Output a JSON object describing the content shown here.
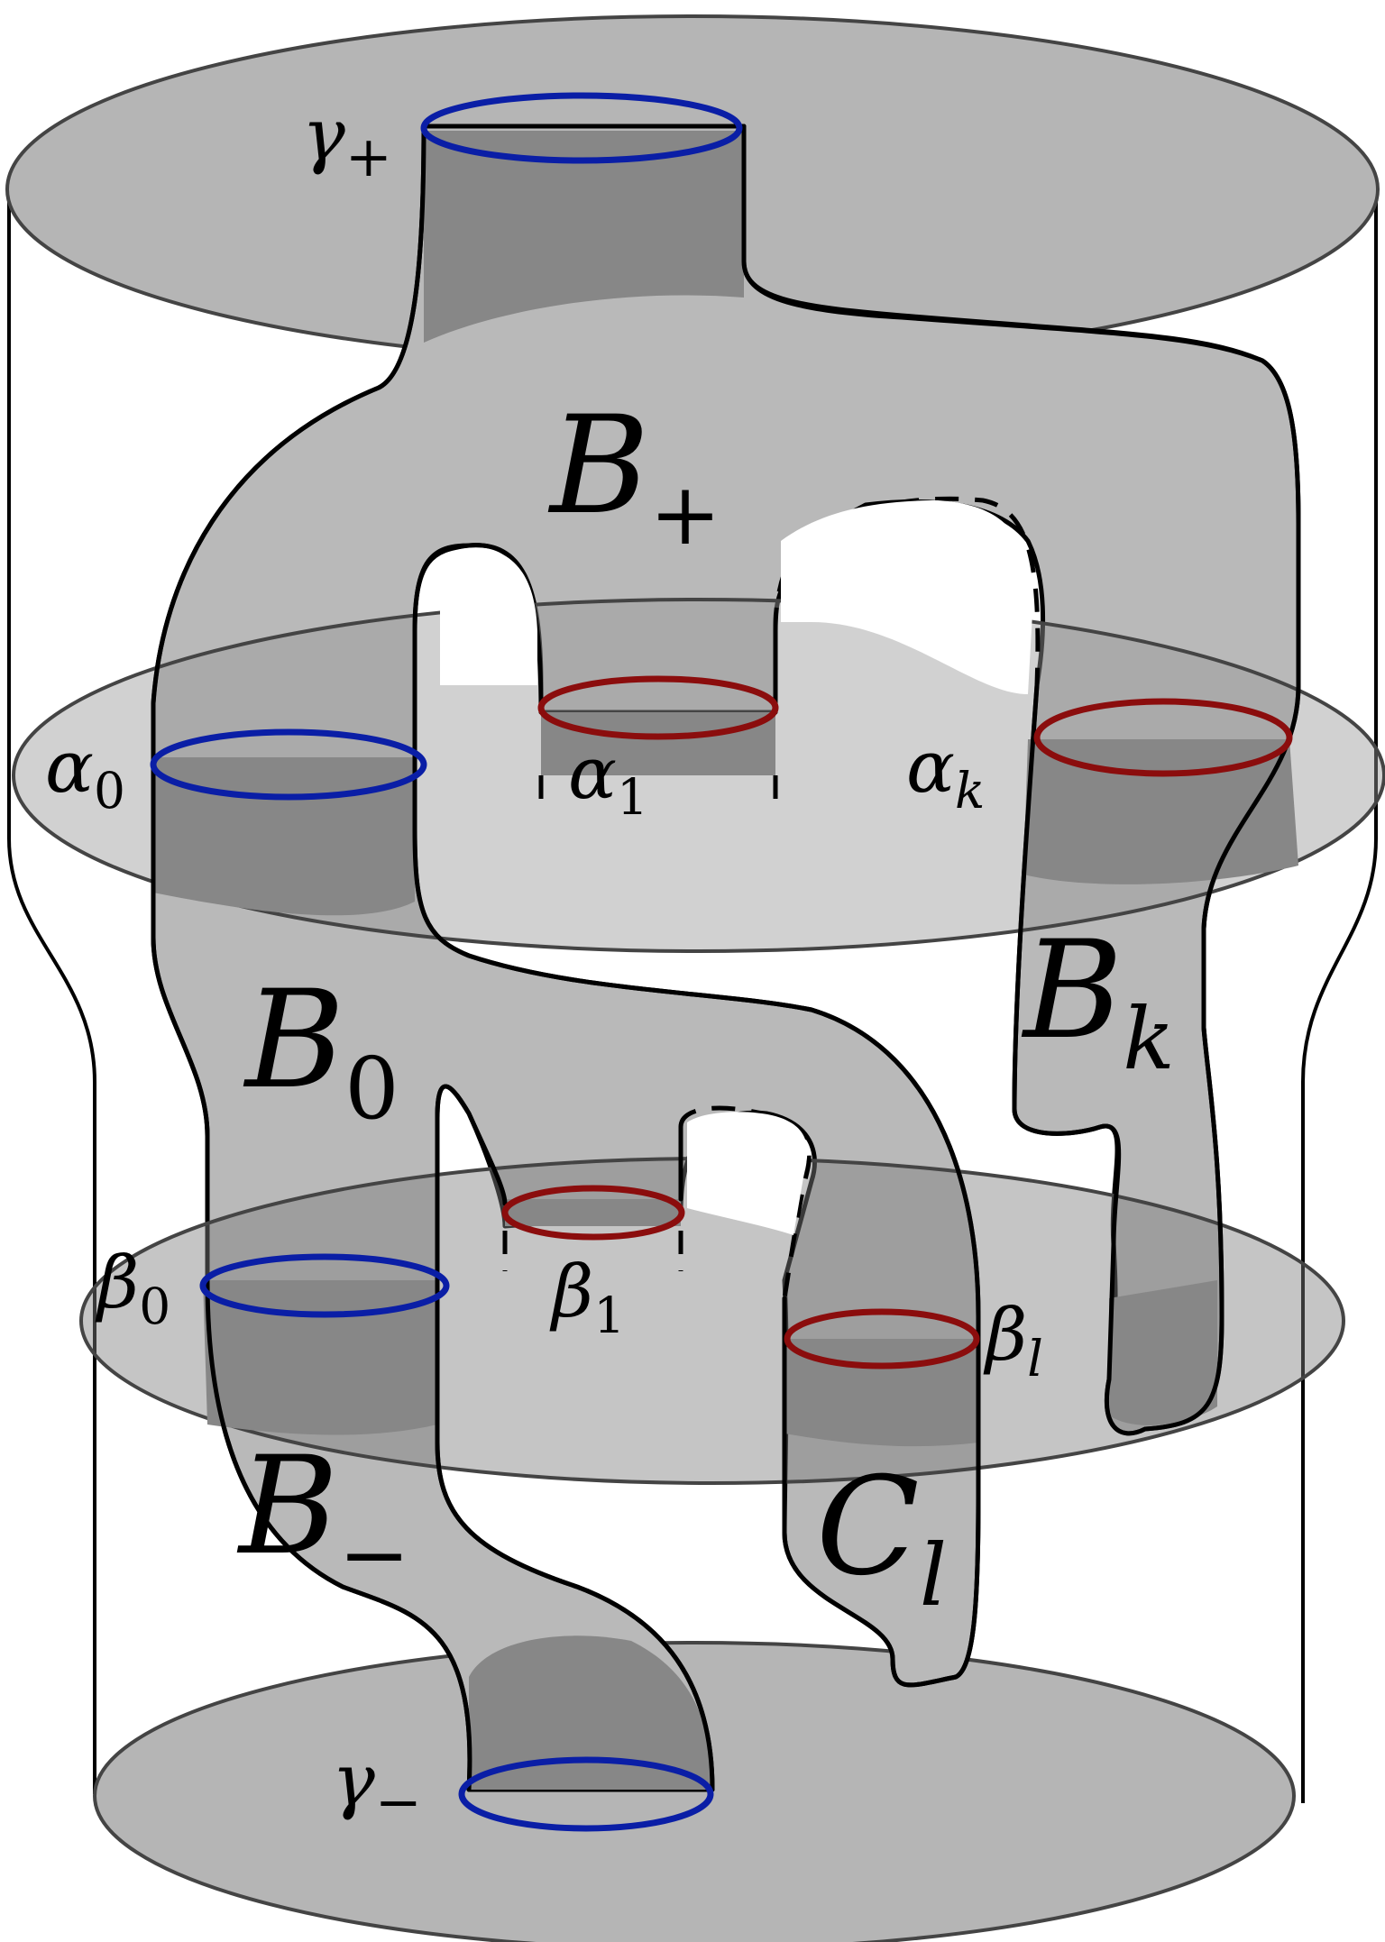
{
  "colors": {
    "disk_fill": "#b5b5b5",
    "surface_fill": "#b9b9b9",
    "tube_fill": "#878787",
    "outline": "#000000",
    "curve_blue": "#0a1ea6",
    "curve_red": "#8b0d0d"
  },
  "labels": {
    "gamma_plus": {
      "base": "γ",
      "sub": "+"
    },
    "gamma_minus": {
      "base": "γ",
      "sub": "−"
    },
    "alpha_0": {
      "base": "α",
      "sub": "0"
    },
    "alpha_1": {
      "base": "α",
      "sub": "1"
    },
    "alpha_k": {
      "base": "α",
      "sub": "k"
    },
    "beta_0": {
      "base": "β",
      "sub": "0"
    },
    "beta_1": {
      "base": "β",
      "sub": "1"
    },
    "beta_l": {
      "base": "β",
      "sub": "l"
    },
    "B_plus": {
      "base": "B",
      "sub": "+"
    },
    "B_0": {
      "base": "B",
      "sub": "0"
    },
    "B_k": {
      "base": "B",
      "sub": "k"
    },
    "B_minus": {
      "base": "B",
      "sub": "−"
    },
    "C_l": {
      "base": "C",
      "sub": "l"
    }
  }
}
